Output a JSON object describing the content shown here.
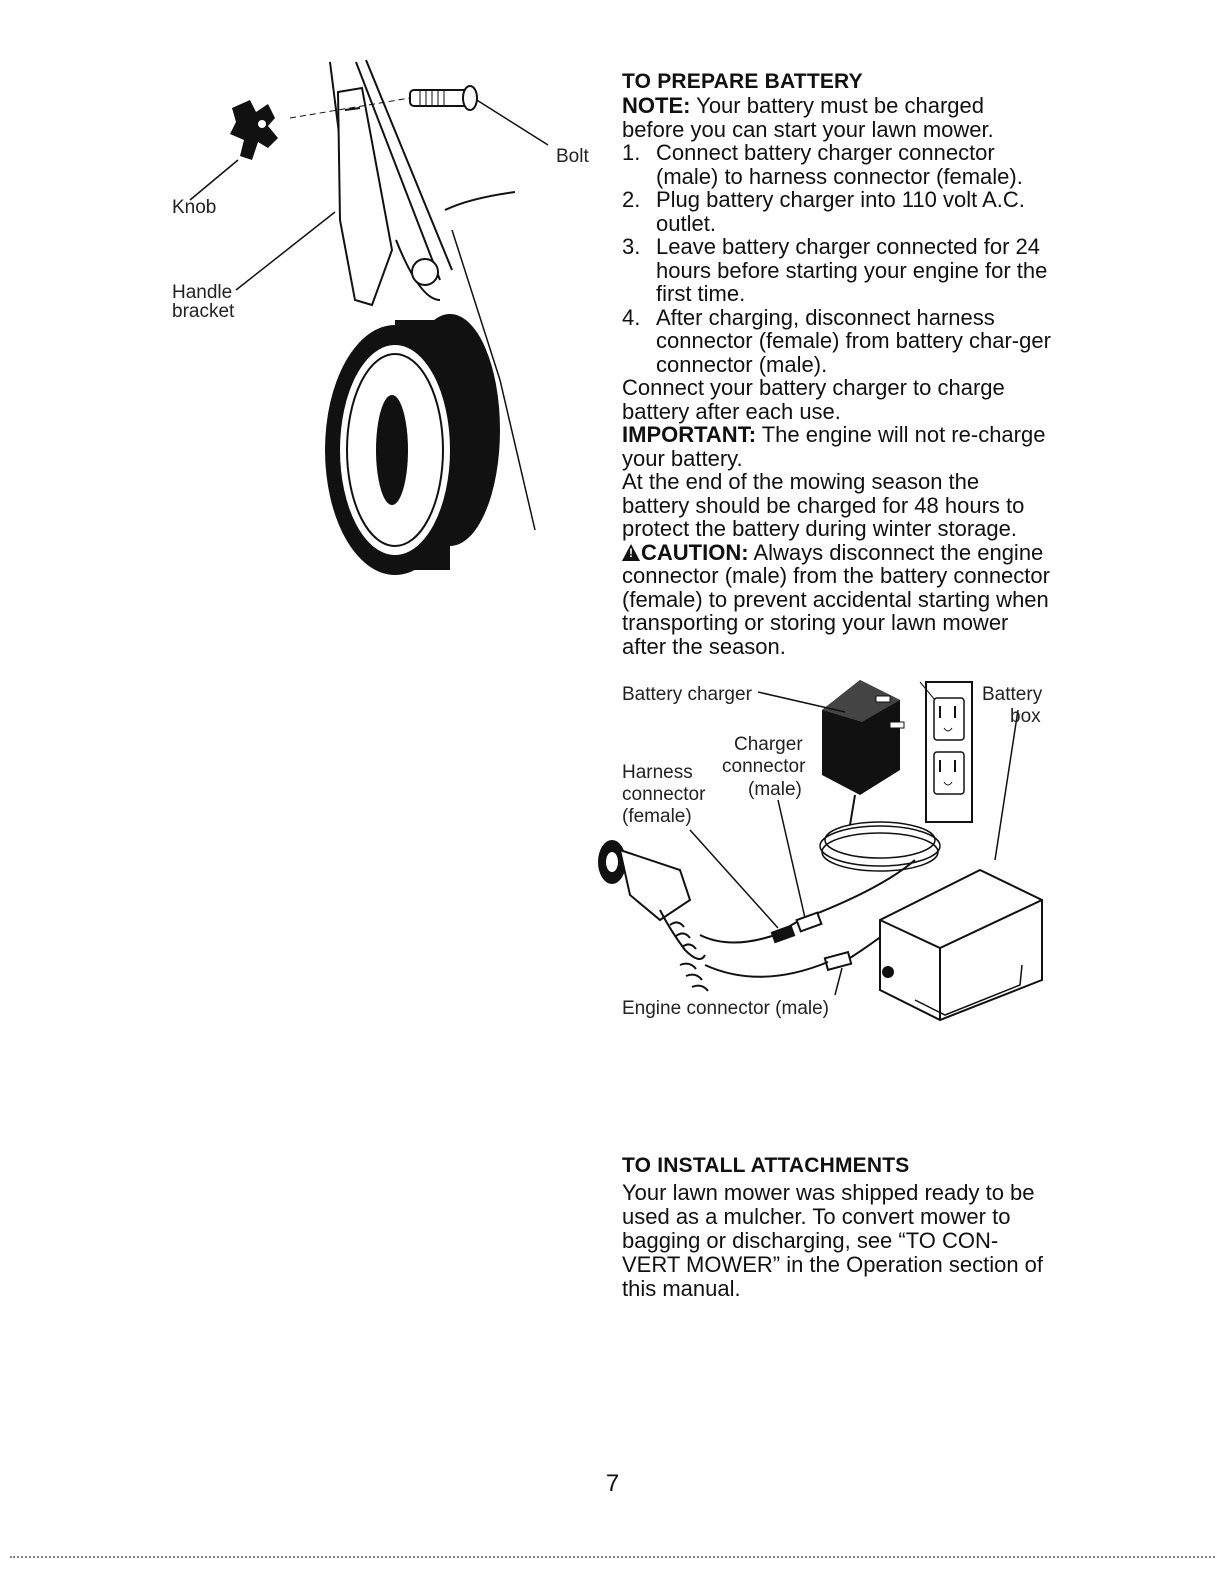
{
  "figure1": {
    "labels": {
      "knob": "Knob",
      "handle": "Handle",
      "bracket": "bracket",
      "bolt": "Bolt"
    }
  },
  "prepare": {
    "heading": "TO PREPARE BATTERY",
    "note_kw": "NOTE:",
    "note_text": " Your battery must be charged before you can start your lawn mower.",
    "steps": [
      {
        "num": "1.",
        "text": "Connect battery charger connector (male) to harness connector (female)."
      },
      {
        "num": "2.",
        "text": "Plug battery charger into 110 volt A.C. outlet."
      },
      {
        "num": "3.",
        "text": "Leave battery charger connected for 24 hours before starting your engine for the first time."
      },
      {
        "num": "4.",
        "text": "After charging, disconnect harness connector (female) from battery char-ger connector (male)."
      }
    ],
    "connect_text": "Connect your battery charger to charge battery after each use.",
    "important_kw": "IMPORTANT:",
    "important_text": " The engine will not re-charge your battery.",
    "season_text": "At the end of the mowing season the battery should be charged for 48 hours to protect the battery during winter storage.",
    "caution_kw": "CAUTION:",
    "caution_text": " Always disconnect the engine connector (male) from the battery connector (female) to prevent accidental starting when transporting or storing your lawn mower after the season."
  },
  "figure2": {
    "labels": {
      "battery_charger": "Battery charger",
      "battery_box_1": "Battery",
      "battery_box_2": "box",
      "charger_connector_1": "Charger",
      "charger_connector_2": "connector",
      "charger_connector_3": "(male)",
      "harness_1": "Harness",
      "harness_2": "connector",
      "harness_3": "(female)",
      "engine_connector": "Engine connector (male)"
    }
  },
  "install": {
    "heading": "TO INSTALL ATTACHMENTS",
    "text": "Your lawn mower was shipped ready to be used as a mulcher. To convert mower to bagging or discharging, see “TO CON-VERT MOWER” in the Operation section of this manual."
  },
  "page_number": "7"
}
